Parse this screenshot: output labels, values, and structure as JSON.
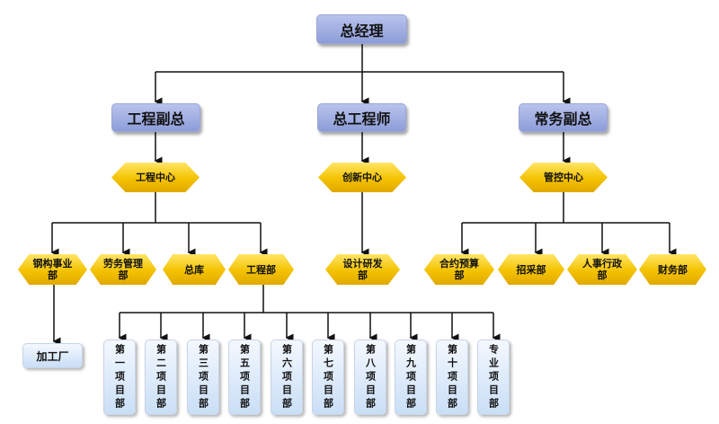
{
  "ceo": "总经理",
  "vps": [
    "工程副总",
    "总工程师",
    "常务副总"
  ],
  "centers": [
    "工程中心",
    "创新中心",
    "管控中心"
  ],
  "eng_depts": [
    "钢构事业部",
    "劳务管理部",
    "总库",
    "工程部"
  ],
  "innov_depts": [
    "设计研发部"
  ],
  "ctrl_depts": [
    "合约预算部",
    "招采部",
    "人事行政部",
    "财务部"
  ],
  "factory": "加工厂",
  "projects": [
    "第一项目部",
    "第二项目部",
    "第三项目部",
    "第五项目部",
    "第六项目部",
    "第七项目部",
    "第八项目部",
    "第九项目部",
    "第十项目部",
    "专业项目部"
  ]
}
